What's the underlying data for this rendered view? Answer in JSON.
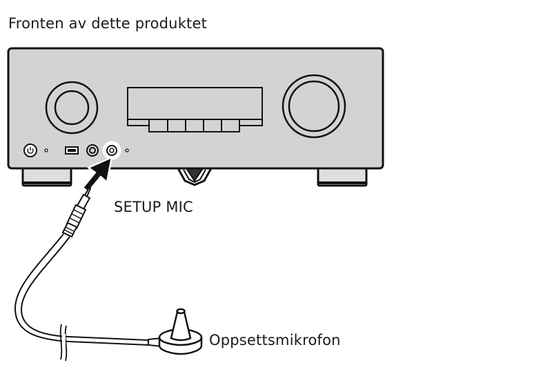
{
  "labels": {
    "front_caption": "Fronten av dette produktet",
    "setup_mic_jack": "SETUP MIC",
    "microphone": "Oppsettsmikrofon"
  },
  "icons": [
    "power-icon",
    "usb-port-icon",
    "headphone-jack-icon",
    "setup-mic-jack-icon",
    "arrow-icon"
  ],
  "colors": {
    "panel": "#d3d3d3",
    "outline": "#111111",
    "foot": "#dedede",
    "highlight": "#ffffff"
  }
}
